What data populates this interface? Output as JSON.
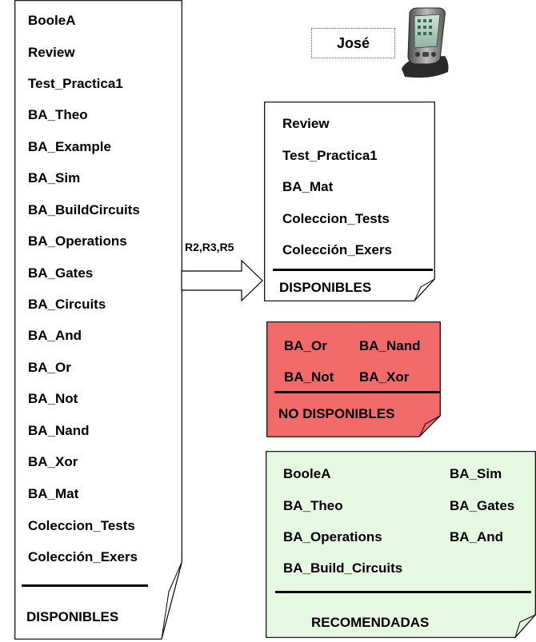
{
  "user": {
    "name": "José"
  },
  "rules_label": "R2,R3,R5",
  "left_list": {
    "items": [
      "BooleA",
      "Review",
      "Test_Practica1",
      "BA_Theo",
      "BA_Example",
      "BA_Sim",
      "BA_BuildCircuits",
      "BA_Operations",
      "BA_Gates",
      "BA_Circuits",
      "BA_And",
      "BA_Or",
      "BA_Not",
      "BA_Nand",
      "BA_Xor",
      "BA_Mat",
      "Coleccion_Tests",
      "Colección_Exers"
    ],
    "footer": "DISPONIBLES",
    "fill": "#ffffff"
  },
  "available": {
    "items": [
      "Review",
      "Test_Practica1",
      "BA_Mat",
      "Coleccion_Tests",
      "Colección_Exers"
    ],
    "footer": "DISPONIBLES",
    "fill": "#ffffff"
  },
  "not_available": {
    "row1": [
      "BA_Or",
      "BA_Nand"
    ],
    "row2": [
      "BA_Not",
      "BA_Xor"
    ],
    "footer": "NO DISPONIBLES",
    "fill": "#f26a6a"
  },
  "recommended": {
    "col1": [
      "BooleA",
      "BA_Theo",
      "BA_Operations",
      "BA_Build_Circuits"
    ],
    "col2": [
      "BA_Sim",
      "BA_Gates",
      "BA_And"
    ],
    "footer": "RECOMENDADAS",
    "fill": "#e6f8e2"
  }
}
